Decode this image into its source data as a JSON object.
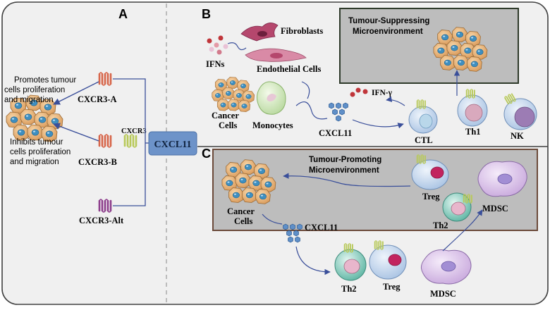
{
  "panels": {
    "a": {
      "letter": "A",
      "promotes_line1": "Promotes tumour",
      "promotes_line2": "cells proliferation",
      "promotes_line3": "and migration",
      "inhibits_line1": "Inhibits tumour",
      "inhibits_line2": "cells proliferation",
      "inhibits_line3": "and migration",
      "receptor_a": "CXCR3-A",
      "receptor_b": "CXCR3-B",
      "receptor_b_top": "CXCR3",
      "receptor_alt": "CXCR3-Alt"
    },
    "center": {
      "cxcl11": "CXCL11"
    },
    "b": {
      "letter": "B",
      "fibroblasts": "Fibroblasts",
      "endothelial": "Endothelial Cells",
      "ifns": "IFNs",
      "ifn_gamma": "IFN-γ",
      "cancer_line1": "Cancer",
      "cancer_line2": "Cells",
      "monocytes": "Monocytes",
      "cxcl11": "CXCL11",
      "ctl": "CTL",
      "th1": "Th1",
      "nk": "NK",
      "env_line1": "Tumour-Suppressing",
      "env_line2": "Microenvironment"
    },
    "c": {
      "letter": "C",
      "env_line1": "Tumour-Promoting",
      "env_line2": "Microenvironment",
      "cancer_line1": "Cancer",
      "cancer_line2": "Cells",
      "cxcl11": "CXCL11",
      "treg_upper": "Treg",
      "th2_upper": "Th2",
      "mdsc_upper": "MDSC",
      "th2_lower": "Th2",
      "treg_lower": "Treg",
      "mdsc_lower": "MDSC"
    }
  },
  "colors": {
    "background_panel": "#f0f0f0",
    "env_box": "#bdbdbd",
    "cxcl11_box": "#6d93c9",
    "arrow": "#3a4f9a",
    "tumour_cell": "#e9b47a",
    "tumour_nucleus": "#3f8fc0"
  }
}
